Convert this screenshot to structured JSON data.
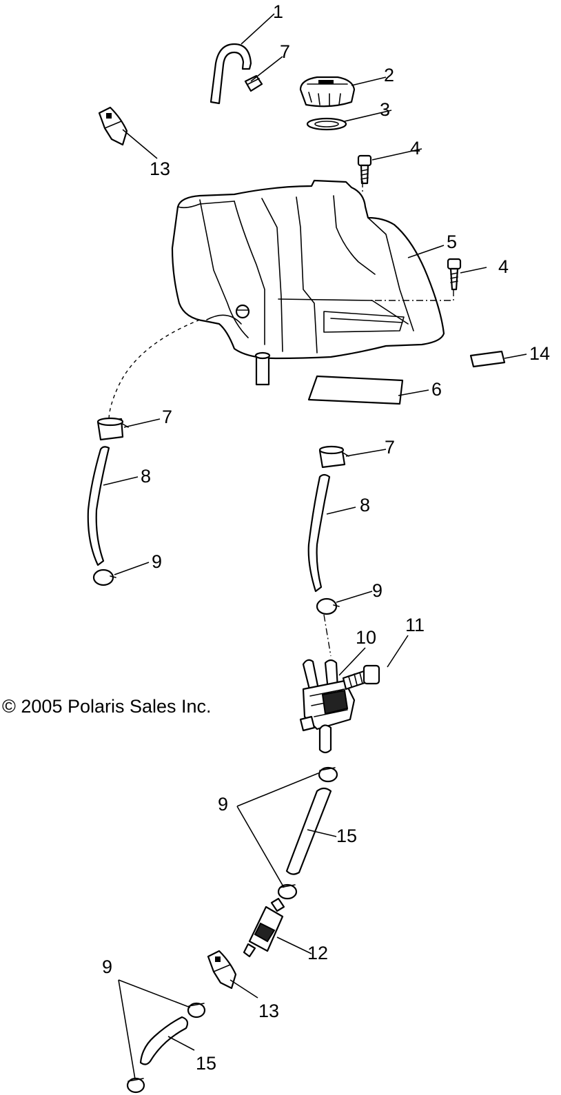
{
  "callouts": {
    "c1": "1",
    "c2": "2",
    "c3": "3",
    "c4a": "4",
    "c4b": "4",
    "c5": "5",
    "c6": "6",
    "c7a": "7",
    "c7b": "7",
    "c7c": "7",
    "c8a": "8",
    "c8b": "8",
    "c9a": "9",
    "c9b": "9",
    "c9c": "9",
    "c9d": "9",
    "c10": "10",
    "c11": "11",
    "c12": "12",
    "c13a": "13",
    "c13b": "13",
    "c14": "14",
    "c15a": "15",
    "c15b": "15"
  },
  "copyright": "© 2005 Polaris Sales Inc."
}
